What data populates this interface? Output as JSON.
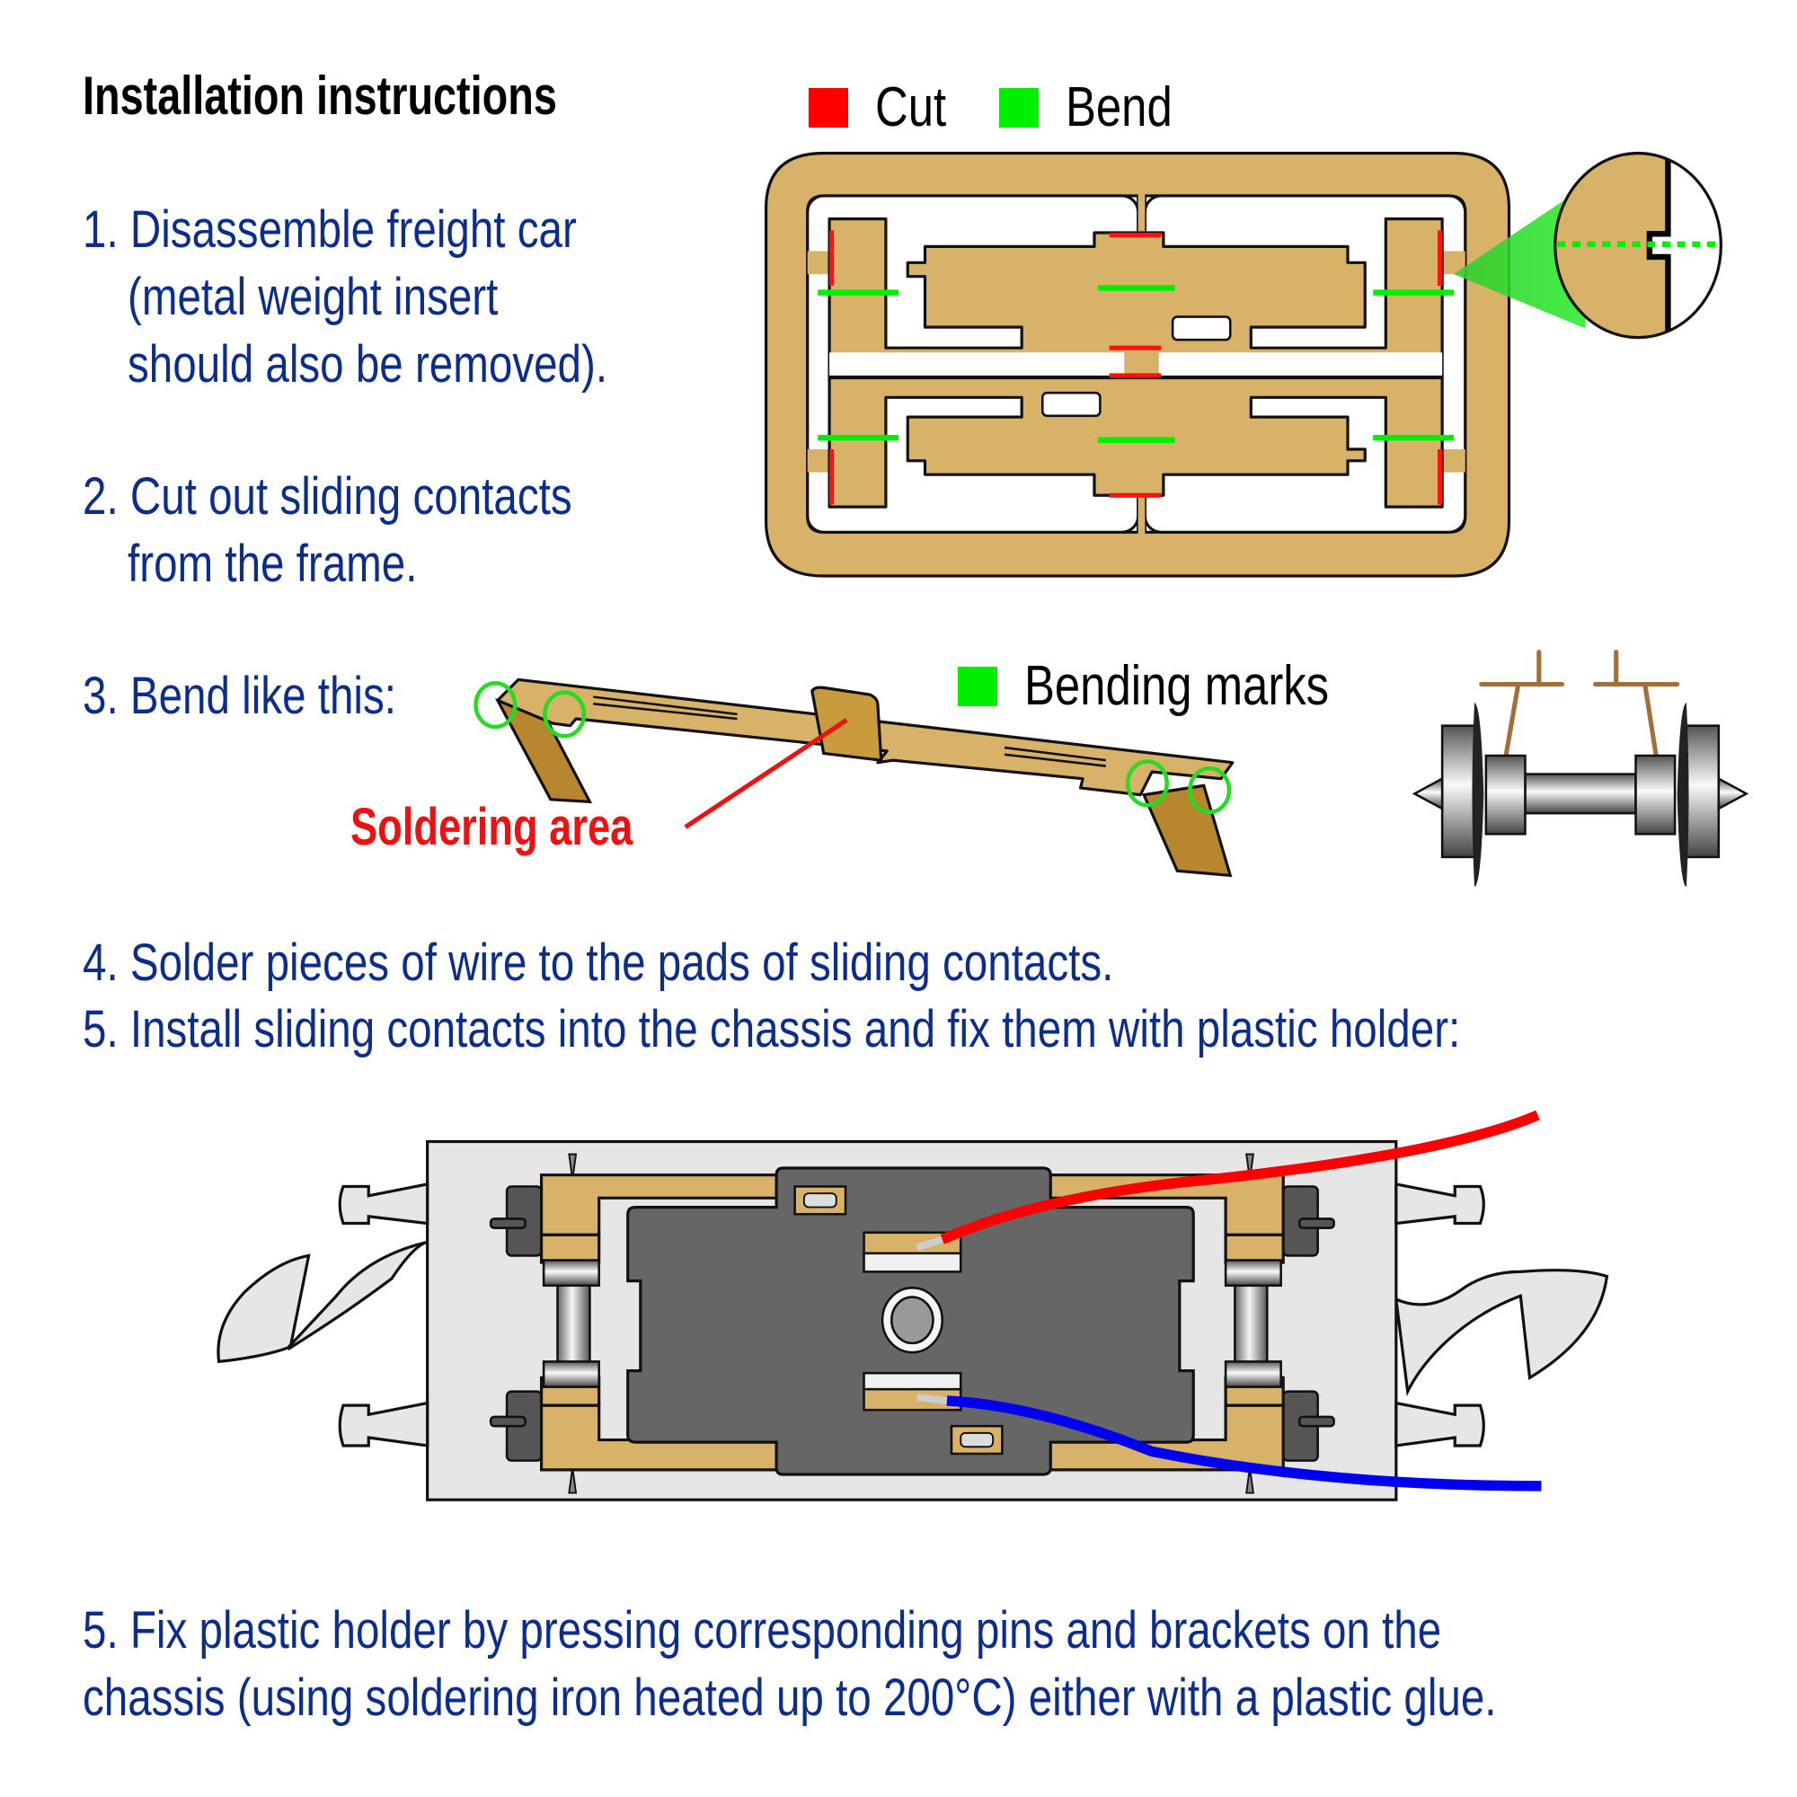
{
  "title": "Installation instructions",
  "legend_top": {
    "cut": {
      "label": "Cut",
      "color": "#ff0000"
    },
    "bend": {
      "label": "Bend",
      "color": "#00ee00"
    }
  },
  "legend_bending": {
    "label": "Bending marks",
    "color": "#00ee00"
  },
  "soldering_label": "Soldering area",
  "steps": {
    "s1": {
      "line1": "1. Disassemble freight car",
      "line2": "(metal weight insert",
      "line3": "should also be removed)."
    },
    "s2": {
      "line1": "2. Cut out sliding contacts",
      "line2": "from the frame."
    },
    "s3": {
      "line1": "3. Bend like this:"
    },
    "s4": {
      "line1": "4. Solder pieces of wire to the pads of sliding contacts."
    },
    "s5": {
      "line1": "5. Install sliding contacts into the chassis and fix them with plastic holder:"
    },
    "s6": {
      "line1": "5. Fix plastic holder by pressing corresponding pins and brackets on the",
      "line2": "chassis (using soldering iron heated up to 200°C) either with a plastic glue."
    }
  },
  "colors": {
    "text_blue": "#0d2d8c",
    "brass": "#d9b26a",
    "brass_dark": "#b8862f",
    "holder_gray": "#666666",
    "chassis_gray": "#e6e6e6",
    "wire_positive": "#ff0000",
    "wire_negative": "#0000ee"
  }
}
